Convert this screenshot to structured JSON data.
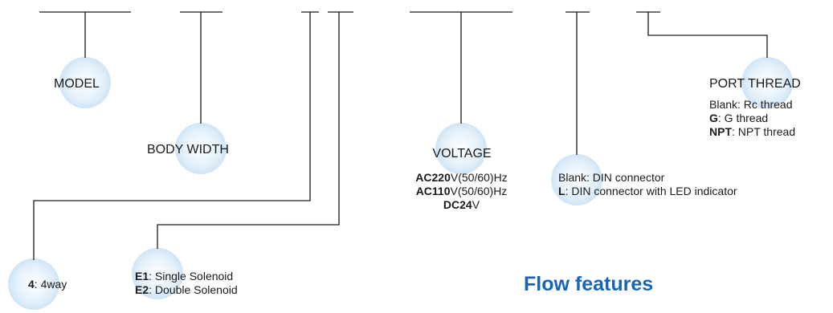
{
  "model": "MODEL",
  "body_width": "BODY WIDTH",
  "way": {
    "code": "4",
    "desc": ": 4way"
  },
  "solenoid": [
    {
      "code": "E1",
      "desc": ": Single Solenoid"
    },
    {
      "code": "E2",
      "desc": ": Double Solenoid"
    }
  ],
  "voltage": {
    "title": "VOLTAGE",
    "items": [
      {
        "code": "AC220",
        "desc": "V(50/60)Hz"
      },
      {
        "code": "AC110",
        "desc": "V(50/60)Hz"
      },
      {
        "code": "DC24",
        "desc": "V"
      }
    ]
  },
  "connector": [
    {
      "code": "",
      "desc": "Blank: DIN connector"
    },
    {
      "code": "L",
      "desc": ": DIN connector with LED indicator"
    }
  ],
  "port_thread": {
    "title": "PORT THREAD",
    "items": [
      {
        "code": "",
        "desc": "Blank: Rc thread"
      },
      {
        "code": "G",
        "desc": ": G thread"
      },
      {
        "code": "NPT",
        "desc": ": NPT thread"
      }
    ]
  },
  "flow_title": "Flow features",
  "colors": {
    "bubble": "#d9ebf8",
    "line": "#1a1a1a",
    "accent": "#1565b8"
  }
}
